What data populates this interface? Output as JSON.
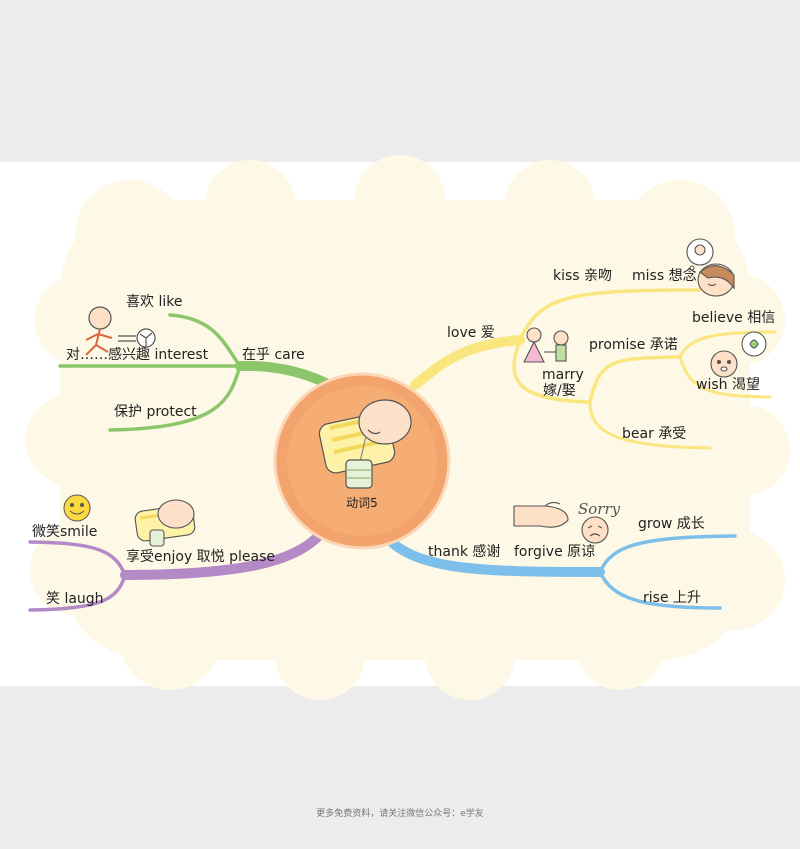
{
  "center": {
    "label": "动词5"
  },
  "branches": {
    "care": {
      "label": "在乎 care",
      "color": "#8cc66a",
      "children": {
        "like": "喜欢 like",
        "interest": "对……感兴趣 interest",
        "protect": "保护 protect"
      }
    },
    "love": {
      "label": "love 爱",
      "color": "#f9e67e",
      "children": {
        "kiss": "kiss 亲吻",
        "miss": "miss 想念",
        "marry_en": "marry",
        "marry_cn": "嫁/娶",
        "promise": "promise 承诺",
        "believe": "believe 相信",
        "wish": "wish 渴望",
        "bear": "bear 承受"
      }
    },
    "enjoy": {
      "label": "享受enjoy 取悦 please",
      "color": "#b38ac6",
      "children": {
        "smile": "微笑smile",
        "laugh": "笑 laugh"
      }
    },
    "thank": {
      "label": "thank 感谢",
      "color": "#7cbfea",
      "children": {
        "forgive": "forgive 原谅",
        "grow": "grow 成长",
        "rise": "rise 上升"
      }
    }
  },
  "decor": {
    "sorry_text": "Sorry"
  },
  "footer": {
    "text": "更多免费资料，请关注微信公众号：e学友"
  }
}
